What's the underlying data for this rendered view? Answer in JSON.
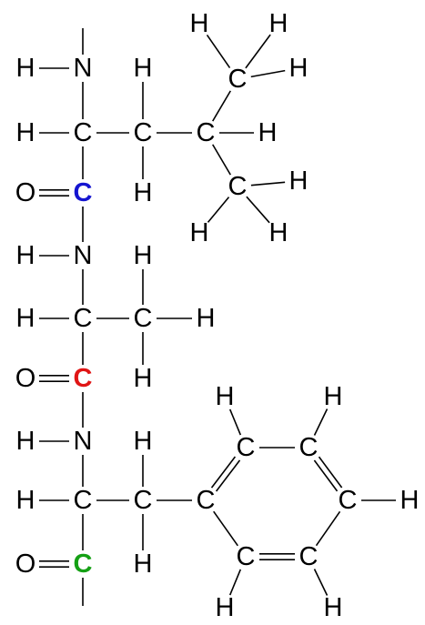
{
  "colors": {
    "atom": "#000000",
    "highlight_1": "#1515d0",
    "highlight_2": "#e01515",
    "highlight_3": "#15a015"
  },
  "atoms": {
    "H": "H",
    "C": "C",
    "N": "N",
    "O": "O"
  }
}
